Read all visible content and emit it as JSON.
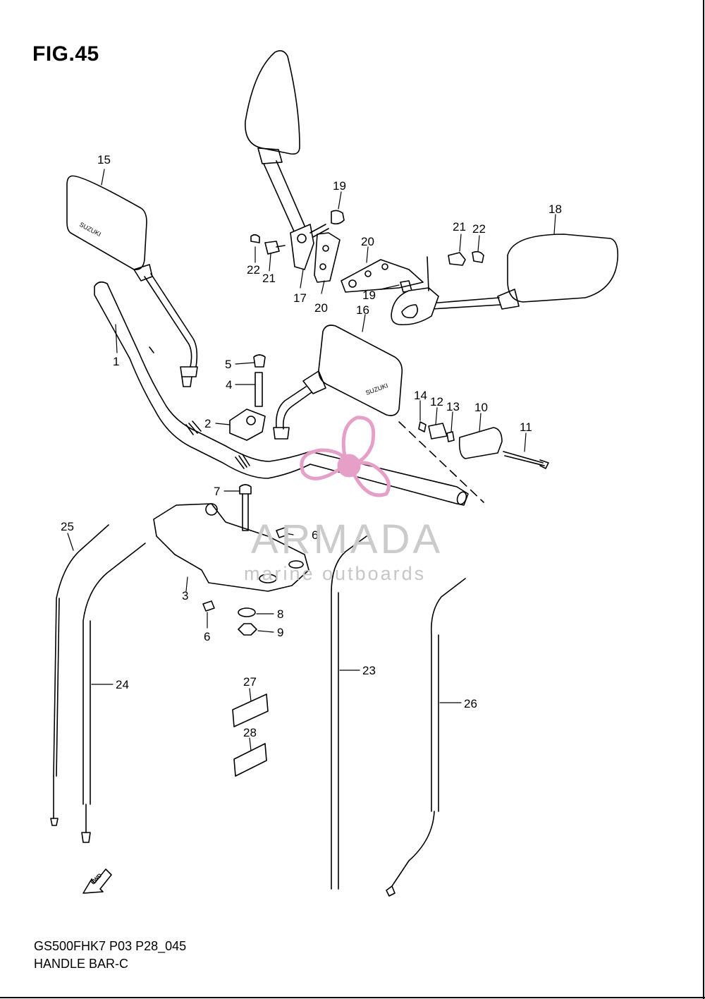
{
  "figure": {
    "title": "FIG.45",
    "code": "GS500FHK7 P03 P28_045",
    "name": "HANDLE BAR-C"
  },
  "callouts": [
    "1",
    "2",
    "3",
    "4",
    "5",
    "6",
    "6",
    "7",
    "8",
    "9",
    "10",
    "11",
    "12",
    "13",
    "14",
    "15",
    "16",
    "17",
    "18",
    "19",
    "19",
    "20",
    "20",
    "21",
    "21",
    "22",
    "22",
    "23",
    "24",
    "25",
    "26",
    "27",
    "28"
  ],
  "mirror_brand": "SUZUKI",
  "fwd_label": "FWD",
  "watermark": {
    "name": "ARMADA",
    "tagline": "marine outboards",
    "color": "#e6a0c8"
  }
}
